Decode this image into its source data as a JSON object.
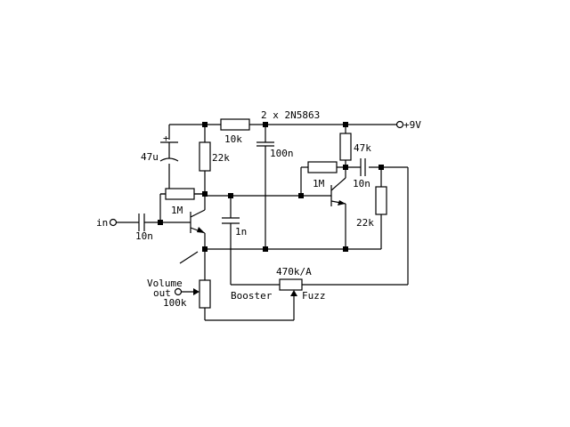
{
  "labels": {
    "transistors": "2 x 2N5863",
    "supply": "+9V",
    "r_10k": "10k",
    "c_100n": "100n",
    "r_47k": "47k",
    "c_47u": "47u",
    "cap_plus": "+",
    "r_22k_left": "22k",
    "r_1m_right": "1M",
    "c_10n_right": "10n",
    "r_1m_left": "1M",
    "r_22k_right": "22k",
    "input": "in",
    "c_10n_input": "10n",
    "c_1n": "1n",
    "pot_470k": "470k/A",
    "volume": "Volume",
    "output": "out",
    "pot_100k": "100k",
    "booster": "Booster",
    "fuzz": "Fuzz"
  }
}
